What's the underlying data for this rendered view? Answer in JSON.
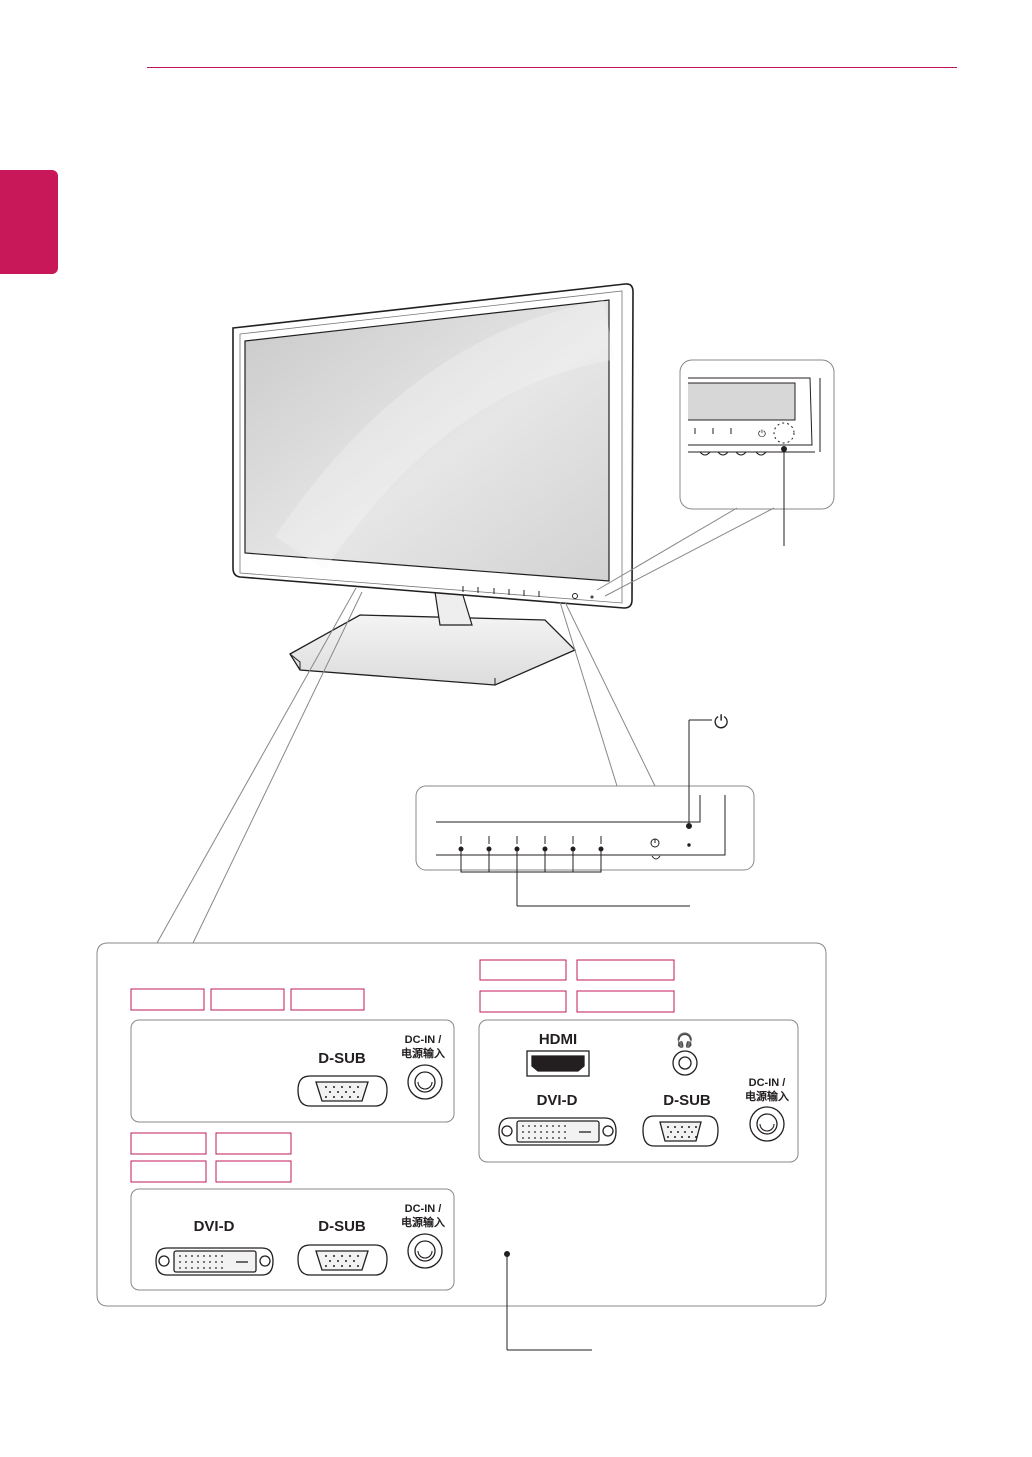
{
  "labels": {
    "power_symbol": "⏻",
    "headphone_symbol": "🎧",
    "hdmi": "HDMI",
    "dvi_d": "DVI-D",
    "d_sub": "D-SUB",
    "dc_in_line1": "DC-IN /",
    "dc_in_line2": "电源输入"
  },
  "colors": {
    "accent": "#c8185a",
    "line": "#231f20",
    "tag_border": "#c2185b"
  }
}
